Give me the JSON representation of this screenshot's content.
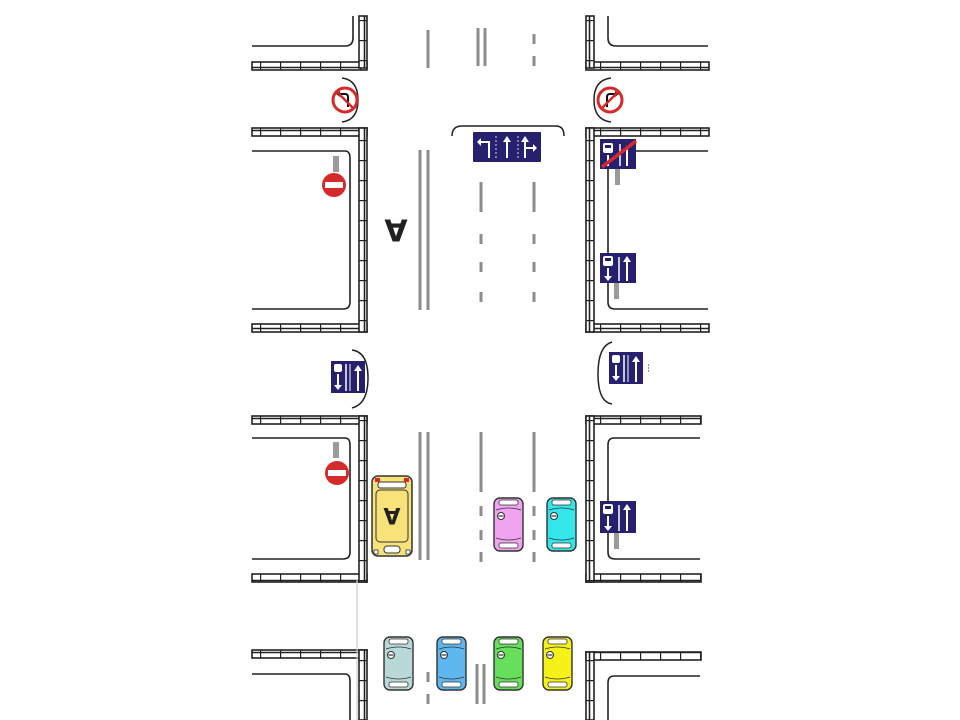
{
  "scene": {
    "road_letter": "А",
    "bus_letter": "А"
  },
  "vehicles": [
    {
      "id": "bus",
      "kind": "route-bus",
      "color": "#f8e27a"
    },
    {
      "id": "car-pink",
      "kind": "car",
      "color": "#f0a4f0"
    },
    {
      "id": "car-cyan",
      "kind": "car",
      "color": "#33e6ea"
    },
    {
      "id": "car-grey",
      "kind": "car",
      "color": "#b9d9d9"
    },
    {
      "id": "car-blue",
      "kind": "car",
      "color": "#5fb7f0"
    },
    {
      "id": "car-green",
      "kind": "car",
      "color": "#66e05a"
    },
    {
      "id": "car-yellow",
      "kind": "car",
      "color": "#f4f218"
    }
  ],
  "signs": [
    {
      "id": "no-left-turn-sign",
      "kind": "prohibitory"
    },
    {
      "id": "no-right-turn-sign",
      "kind": "prohibitory"
    },
    {
      "id": "no-entry-sign-upper",
      "kind": "prohibitory"
    },
    {
      "id": "no-entry-sign-lower",
      "kind": "prohibitory"
    },
    {
      "id": "lane-directions-sign",
      "kind": "informational"
    },
    {
      "id": "bus-lane-end-sign",
      "kind": "informational"
    },
    {
      "id": "bus-lane-sign",
      "kind": "informational"
    }
  ],
  "colors": {
    "sign_blue": "#27206e",
    "sign_red": "#d42a2a",
    "lane_gray": "#8c8c8c",
    "curb": "#333333"
  }
}
